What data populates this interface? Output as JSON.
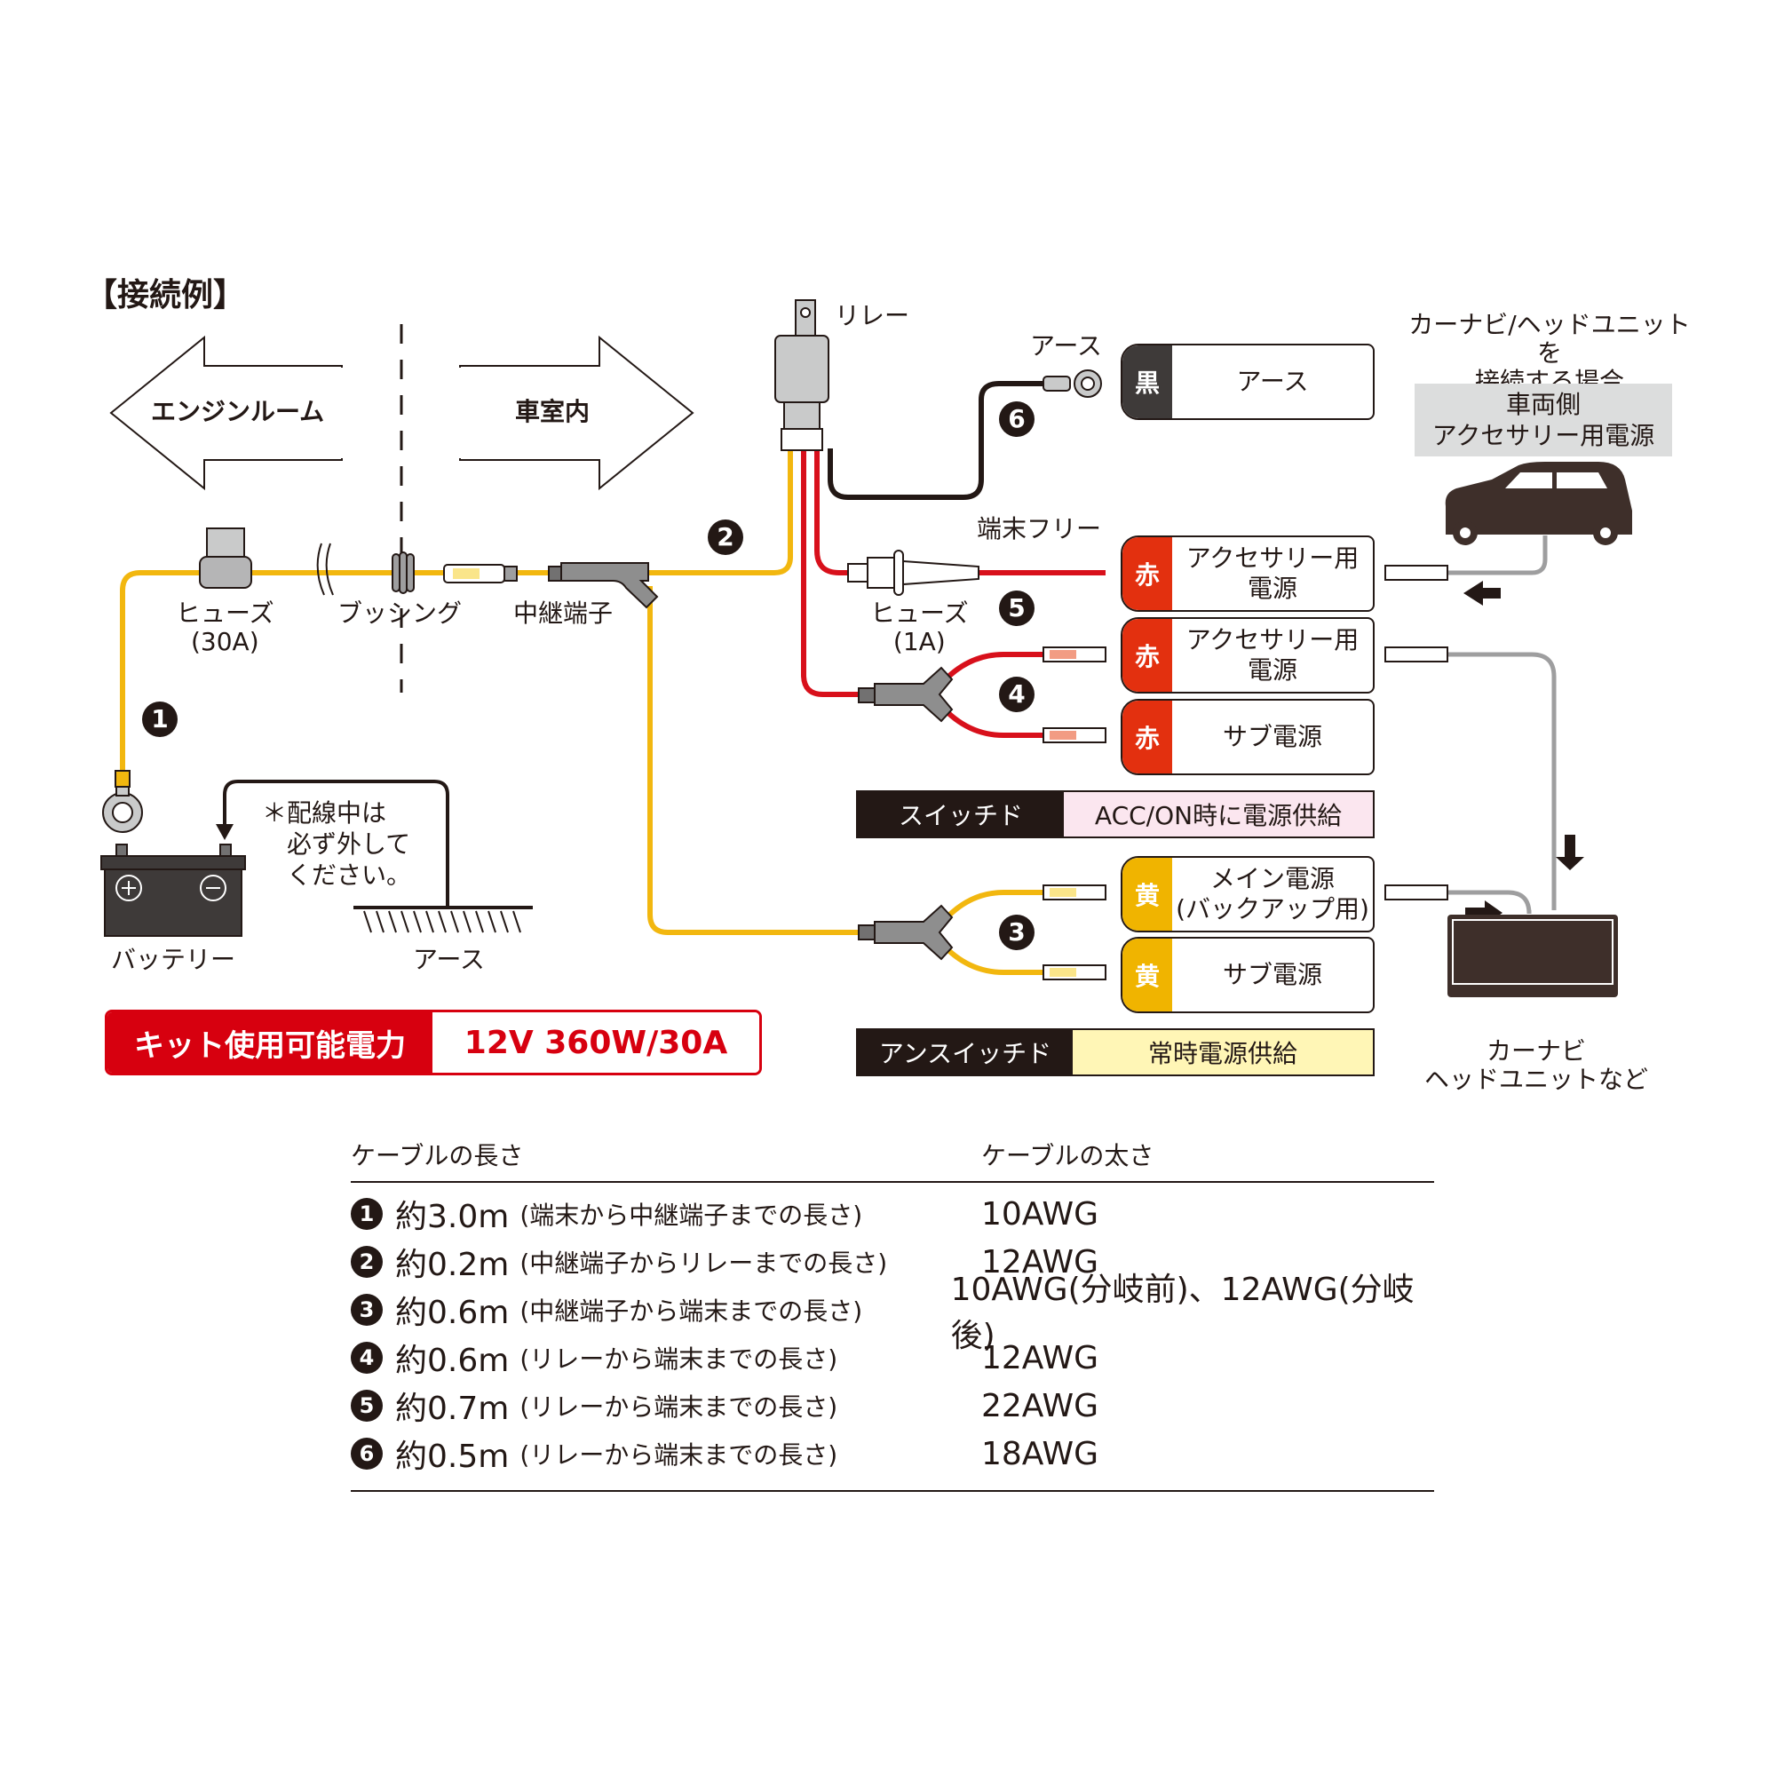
{
  "title": "【接続例】",
  "zones": {
    "left": "エンジンルーム",
    "right": "車室内"
  },
  "components": {
    "relay": "リレー",
    "earth_top": "アース",
    "terminal_free": "端末フリー",
    "fuse_30a": "ヒューズ\n(30A)",
    "bushing": "ブッシング",
    "relay_terminal": "中継端子",
    "fuse_1a": "ヒューズ\n(1A)",
    "battery": "バッテリー",
    "earth_ground": "アース",
    "battery_plus": "⊕",
    "battery_minus": "⊖"
  },
  "note": "＊配線中は\n　必ず外して\n　ください。",
  "cable_badges": [
    "1",
    "2",
    "3",
    "4",
    "5",
    "6"
  ],
  "destinations": [
    {
      "color_name": "黒",
      "color": "#3e3a39",
      "label": "アース"
    },
    {
      "color_name": "赤",
      "color": "#e3300f",
      "label": "アクセサリー用\n電源"
    },
    {
      "color_name": "赤",
      "color": "#e3300f",
      "label": "アクセサリー用\n電源"
    },
    {
      "color_name": "赤",
      "color": "#e3300f",
      "label": "サブ電源"
    },
    {
      "color_name": "黄",
      "color": "#f0b400",
      "label": "メイン電源\n(バックアップ用)"
    },
    {
      "color_name": "黄",
      "color": "#f0b400",
      "label": "サブ電源"
    }
  ],
  "modes": {
    "switched": {
      "key": "スイッチド",
      "value": "ACC/ON時に電源供給",
      "value_bg": "#fbe6ef"
    },
    "unswitched": {
      "key": "アンスイッチド",
      "value": "常時電源供給",
      "value_bg": "#fff6b6"
    }
  },
  "navi": {
    "heading": "カーナビ/ヘッドユニットを\n接続する場合",
    "vehicle_source": "車両側\nアクセサリー用電源",
    "device_label": "カーナビ\nヘッドユニットなど"
  },
  "power_rating": {
    "key": "キット使用可能電力",
    "value": "12V 360W/30A"
  },
  "colors": {
    "yellow_wire": "#f2b70f",
    "red_wire": "#d8101b",
    "black_wire": "#231815",
    "gray_wire": "#9e9e9f",
    "accent_red": "#d7000f"
  },
  "spec_table": {
    "headers": [
      "ケーブルの長さ",
      "ケーブルの太さ"
    ],
    "rows": [
      {
        "num": "1",
        "length": "約3.0m",
        "desc": "(端末から中継端子までの長さ)",
        "gauge": "10AWG"
      },
      {
        "num": "2",
        "length": "約0.2m",
        "desc": "(中継端子からリレーまでの長さ)",
        "gauge": "12AWG"
      },
      {
        "num": "3",
        "length": "約0.6m",
        "desc": "(中継端子から端末までの長さ)",
        "gauge": "10AWG(分岐前)、12AWG(分岐後)"
      },
      {
        "num": "4",
        "length": "約0.6m",
        "desc": "(リレーから端末までの長さ)",
        "gauge": "12AWG"
      },
      {
        "num": "5",
        "length": "約0.7m",
        "desc": "(リレーから端末までの長さ)",
        "gauge": "22AWG"
      },
      {
        "num": "6",
        "length": "約0.5m",
        "desc": "(リレーから端末までの長さ)",
        "gauge": "18AWG"
      }
    ]
  }
}
